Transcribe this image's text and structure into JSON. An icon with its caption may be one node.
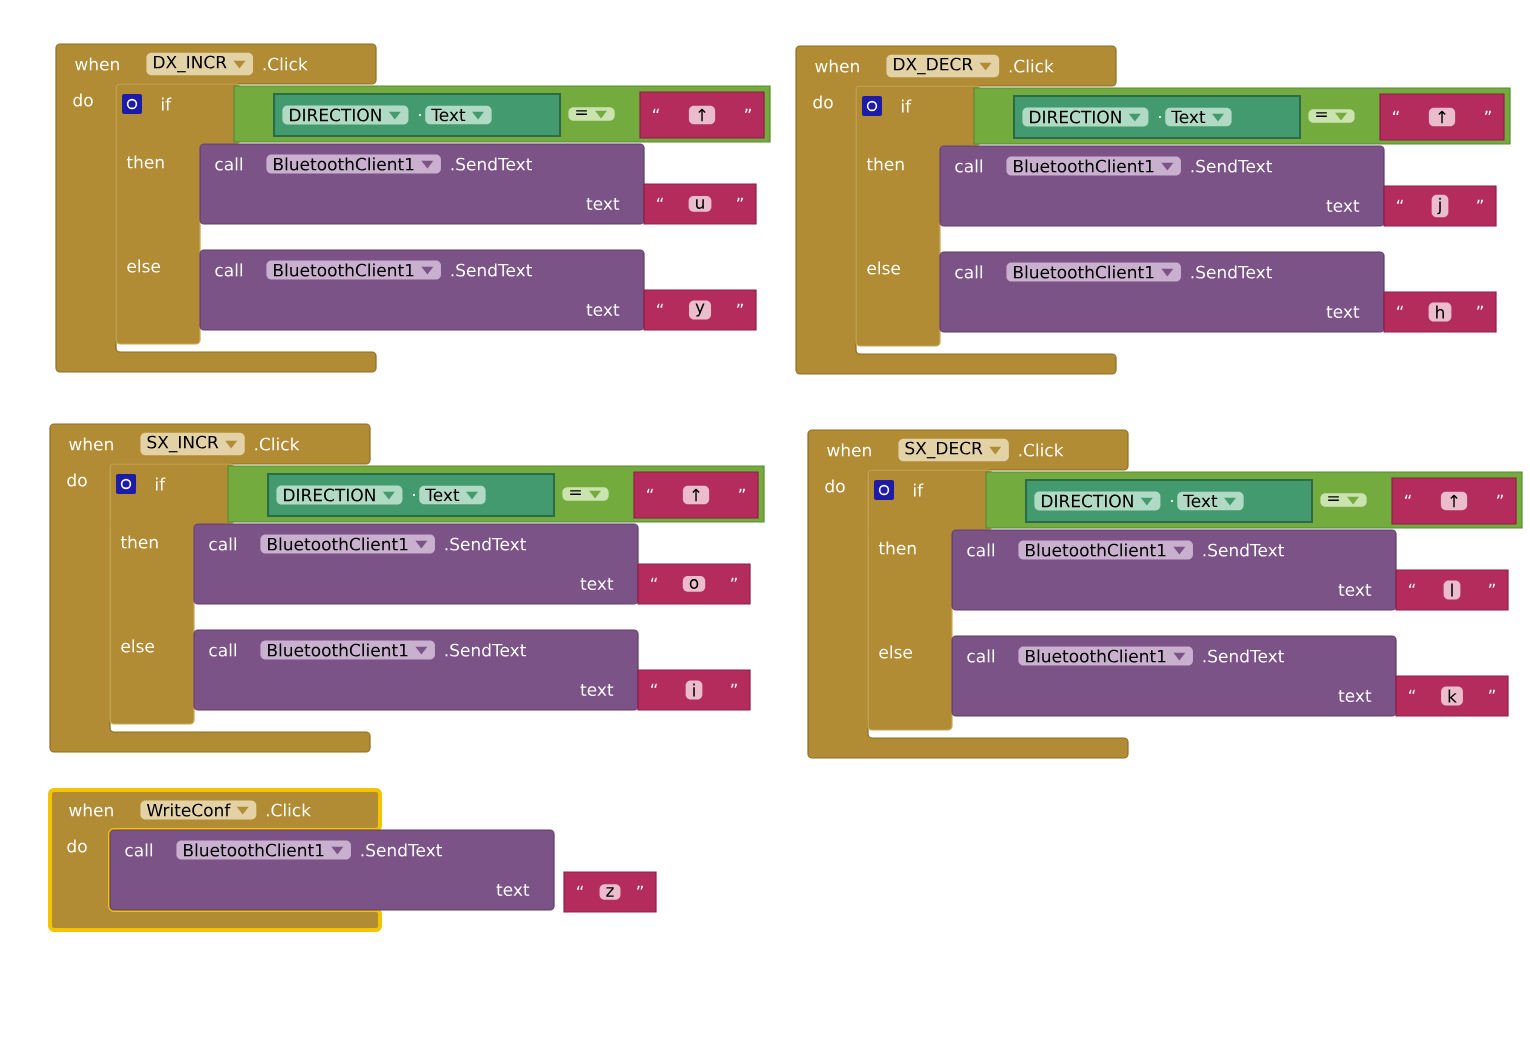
{
  "diagram": {
    "nodes": [
      {
        "text": [
          "when",
          "DX_INCR",
          ".Click",
          "do"
        ]
      },
      {
        "text": [
          "if",
          "then",
          "else"
        ],
        "in": 0
      },
      {
        "text": [
          "="
        ]
      },
      {
        "text": [
          "DIRECTION",
          ".",
          "Text"
        ],
        "in": 2
      },
      {
        "text": [
          "“",
          "↑",
          "”"
        ],
        "in": 2
      },
      {
        "text": [
          "call",
          "BluetoothClient1",
          ".SendText",
          "text"
        ]
      },
      {
        "text": [
          "“",
          "u",
          "”"
        ]
      },
      {
        "text": [
          "call",
          "BluetoothClient1",
          ".SendText",
          "text"
        ]
      },
      {
        "text": [
          "“",
          "y",
          "”"
        ]
      },
      {
        "text": [
          "when",
          "DX_DECR",
          ".Click",
          "do"
        ]
      },
      {
        "text": [
          "if",
          "then",
          "else"
        ],
        "in": 9
      },
      {
        "text": [
          "="
        ]
      },
      {
        "text": [
          "DIRECTION",
          ".",
          "Text"
        ],
        "in": 11
      },
      {
        "text": [
          "“",
          "↑",
          "”"
        ],
        "in": 11
      },
      {
        "text": [
          "call",
          "BluetoothClient1",
          ".SendText",
          "text"
        ]
      },
      {
        "text": [
          "“",
          "j",
          "”"
        ]
      },
      {
        "text": [
          "call",
          "BluetoothClient1",
          ".SendText",
          "text"
        ]
      },
      {
        "text": [
          "“",
          "h",
          "”"
        ]
      },
      {
        "text": [
          "when",
          "SX_INCR",
          ".Click",
          "do"
        ]
      },
      {
        "text": [
          "if",
          "then",
          "else"
        ],
        "in": 18
      },
      {
        "text": [
          "="
        ]
      },
      {
        "text": [
          "DIRECTION",
          ".",
          "Text"
        ],
        "in": 20
      },
      {
        "text": [
          "“",
          "↑",
          "”"
        ],
        "in": 20
      },
      {
        "text": [
          "call",
          "BluetoothClient1",
          ".SendText",
          "text"
        ]
      },
      {
        "text": [
          "“",
          "o",
          "”"
        ]
      },
      {
        "text": [
          "call",
          "BluetoothClient1",
          ".SendText",
          "text"
        ]
      },
      {
        "text": [
          "“",
          "i",
          "”"
        ]
      },
      {
        "text": [
          "when",
          "SX_DECR",
          ".Click",
          "do"
        ]
      },
      {
        "text": [
          "if",
          "then",
          "else"
        ],
        "in": 27
      },
      {
        "text": [
          "="
        ]
      },
      {
        "text": [
          "DIRECTION",
          ".",
          "Text"
        ],
        "in": 29
      },
      {
        "text": [
          "“",
          "↑",
          "”"
        ],
        "in": 29
      },
      {
        "text": [
          "call",
          "BluetoothClient1",
          ".SendText",
          "text"
        ]
      },
      {
        "text": [
          "“",
          "l",
          "”"
        ]
      },
      {
        "text": [
          "call",
          "BluetoothClient1",
          ".SendText",
          "text"
        ]
      },
      {
        "text": [
          "“",
          "k",
          "”"
        ]
      },
      {
        "text": [
          "when",
          "WriteConf",
          ".Click",
          "do"
        ]
      },
      {
        "text": [
          "call",
          "BluetoothClient1",
          ".SendText",
          "text"
        ]
      },
      {
        "text": [
          "“",
          "z",
          "”"
        ]
      }
    ]
  }
}
